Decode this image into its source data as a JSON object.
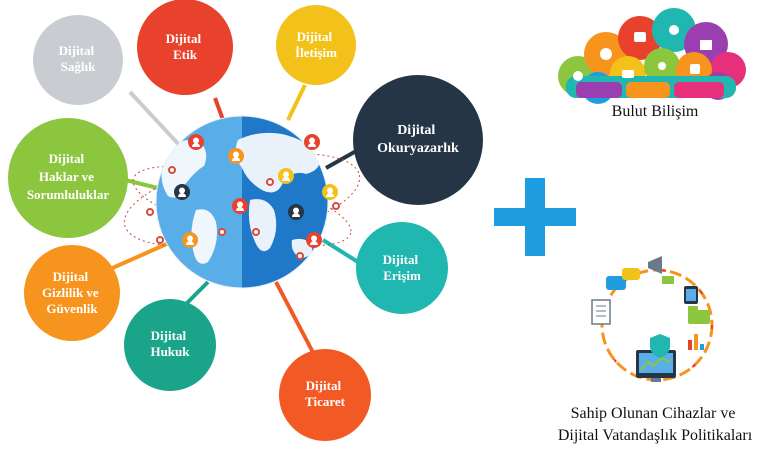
{
  "center_globe": {
    "colors": {
      "left_blue": "#5aaee8",
      "right_blue": "#1f78c8",
      "land": "#ffffff",
      "connector": "#d94a3a"
    }
  },
  "bubbles": [
    {
      "id": "saglik",
      "lines": [
        "Dijital",
        "Sağlık"
      ],
      "color": "#c9ccd1"
    },
    {
      "id": "etik",
      "lines": [
        "Dijital",
        "Etik"
      ],
      "color": "#e8412c"
    },
    {
      "id": "iletisim",
      "lines": [
        "Dijital",
        "İletişim"
      ],
      "color": "#f2c21b"
    },
    {
      "id": "okuryazarlik",
      "lines": [
        "Dijital",
        "Okuryazarlık"
      ],
      "color": "#253545"
    },
    {
      "id": "haklar",
      "lines": [
        "Dijital",
        "Haklar ve",
        "Sorumluluklar"
      ],
      "color": "#8cc63f"
    },
    {
      "id": "erisim",
      "lines": [
        "Dijital",
        "Erişim"
      ],
      "color": "#1fb7b0"
    },
    {
      "id": "gizlilik",
      "lines": [
        "Dijital",
        "Gizlilik ve",
        "Güvenlik"
      ],
      "color": "#f7941d"
    },
    {
      "id": "hukuk",
      "lines": [
        "Dijital",
        "Hukuk"
      ],
      "color": "#1aa58a"
    },
    {
      "id": "ticaret",
      "lines": [
        "Dijital",
        "Ticaret"
      ],
      "color": "#f15a24"
    }
  ],
  "plus_sign": {
    "color": "#1e9ee0"
  },
  "cloud_computing": {
    "caption": "Bulut Bilişim",
    "colors": [
      "#8cc63f",
      "#f7941d",
      "#e8412c",
      "#1fb7b0",
      "#9b3fb0",
      "#f2c21b",
      "#1e9ee0",
      "#e6317a"
    ]
  },
  "devices_policy": {
    "caption_line1": "Sahip Olunan Cihazlar ve",
    "caption_line2": "Dijital Vatandaşlık Politikaları",
    "icons": [
      "document-icon",
      "chat-icon",
      "monitor-icon",
      "shield-icon",
      "folder-icon",
      "chart-icon",
      "megaphone-icon",
      "tablet-icon"
    ]
  }
}
